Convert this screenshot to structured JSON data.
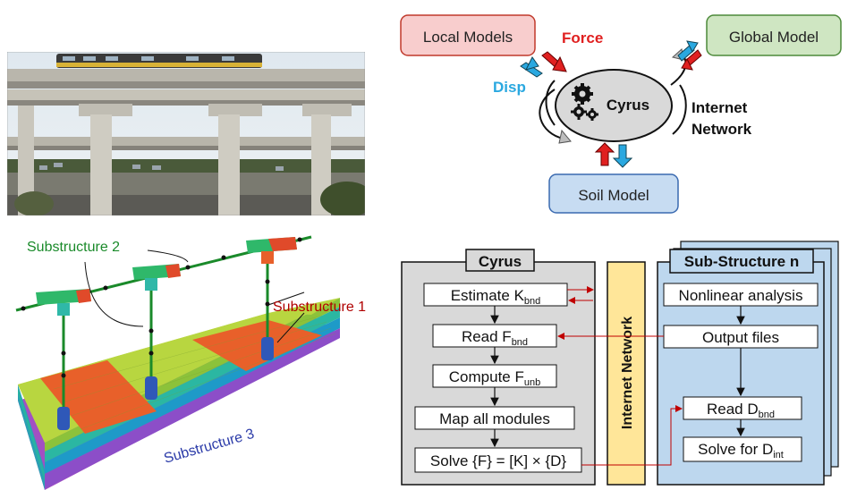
{
  "top_diagram": {
    "local_models": "Local Models",
    "global_model": "Global Model",
    "soil_model": "Soil Model",
    "center": "Cyrus",
    "force": "Force",
    "disp": "Disp",
    "network_line1": "Internet",
    "network_line2": "Network"
  },
  "structure_figure": {
    "sub1": "Substructure 1",
    "sub2": "Substructure 2",
    "sub3": "Substructure 3"
  },
  "flowchart": {
    "cyrus_title": "Cyrus",
    "sub_title": "Sub-Structure n",
    "network_label": "Internet Network",
    "cyrus_steps": {
      "estimate": {
        "text": "Estimate K",
        "sub": "bnd"
      },
      "read": {
        "text": "Read F",
        "sub": "bnd"
      },
      "compute": {
        "text": "Compute F",
        "sub": "unb"
      },
      "map": {
        "text": "Map all modules",
        "sub": ""
      },
      "solve": {
        "text": "Solve {F} = [K] × {D}",
        "sub": ""
      }
    },
    "sub_steps": {
      "nonlinear": {
        "text": "Nonlinear analysis",
        "sub": ""
      },
      "output": {
        "text": "Output files",
        "sub": ""
      },
      "read": {
        "text": "Read D",
        "sub": "bnd"
      },
      "solve": {
        "text": "Solve for D",
        "sub": "int"
      }
    }
  },
  "colors": {
    "local_fill": "#f8cdcd",
    "global_fill": "#cfe6c2",
    "soil_fill": "#c7dcf2",
    "force": "#e02020",
    "disp": "#2aa8e0",
    "panel_gray": "#d9d9d9",
    "panel_blue": "#bdd7ee",
    "network_fill": "#ffe699",
    "link_red": "#c00000",
    "sub2_green": "#1a8a2a",
    "sub1_red": "#b00000",
    "sub3_blue": "#2a3aa8"
  }
}
